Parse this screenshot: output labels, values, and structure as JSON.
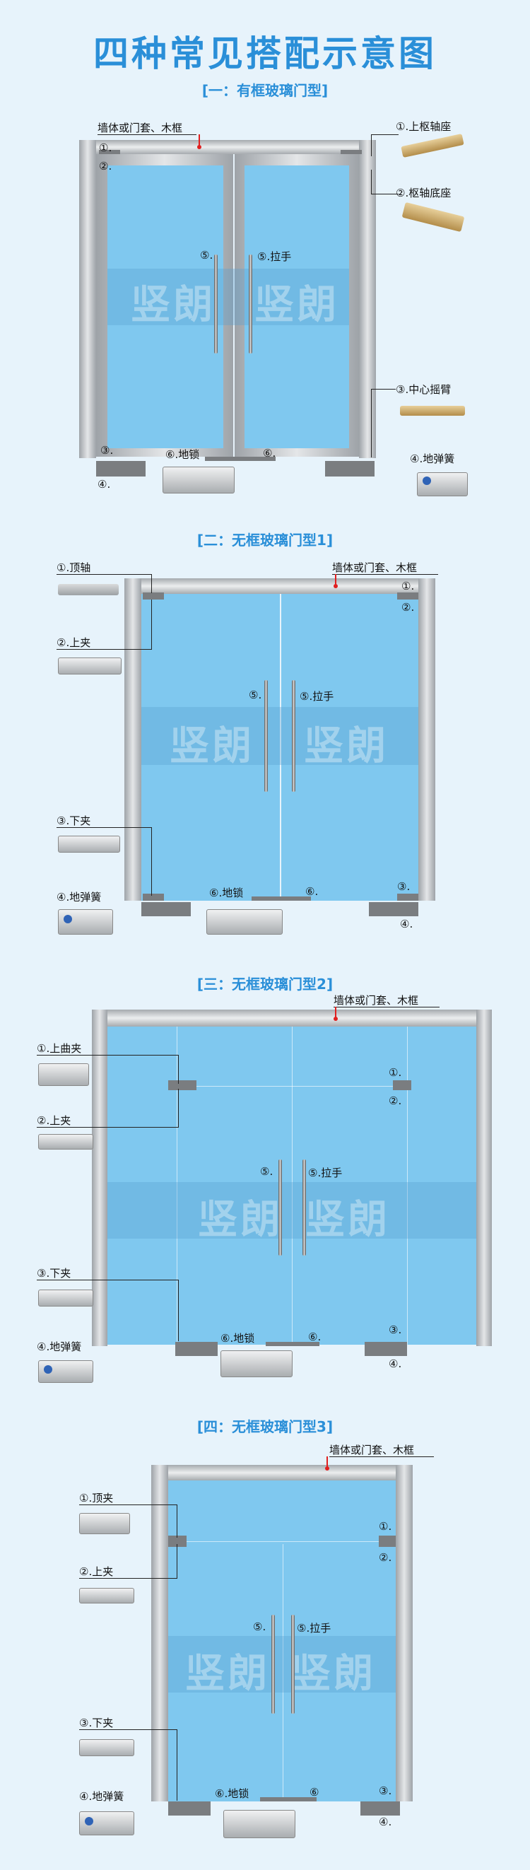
{
  "title": "四种常见搭配示意图",
  "watermark": "竖朗",
  "sections": [
    {
      "heading": "[一：有框玻璃门型]",
      "labels": {
        "wall": "墙体或门套、木框",
        "p1": "①.上枢轴座",
        "p2": "②.枢轴底座",
        "p3": "③.中心摇臂",
        "p4": "④.地弹簧",
        "n1": "①.",
        "n2": "②.",
        "n3": "③.",
        "n4": "④.",
        "n5l": "⑤.",
        "n5r": "⑤.拉手",
        "n6l": "⑥.地锁",
        "n6r": "⑥."
      }
    },
    {
      "heading": "[二：无框玻璃门型1]",
      "labels": {
        "wall": "墙体或门套、木框",
        "p1": "①.顶轴",
        "p2": "②.上夹",
        "p3": "③.下夹",
        "p4": "④.地弹簧",
        "n1": "①.",
        "n2": "②.",
        "n3": "③.",
        "n4": "④.",
        "n5l": "⑤.",
        "n5r": "⑤.拉手",
        "n6l": "⑥.地锁",
        "n6r": "⑥."
      }
    },
    {
      "heading": "[三：无框玻璃门型2]",
      "labels": {
        "wall": "墙体或门套、木框",
        "p1": "①.上曲夹",
        "p2": "②.上夹",
        "p3": "③.下夹",
        "p4": "④.地弹簧",
        "n1": "①.",
        "n2": "②.",
        "n3": "③.",
        "n4": "④.",
        "n5l": "⑤.",
        "n5r": "⑤.拉手",
        "n6l": "⑥.地锁",
        "n6r": "⑥."
      }
    },
    {
      "heading": "[四：无框玻璃门型3]",
      "labels": {
        "wall": "墙体或门套、木框",
        "p1": "①.顶夹",
        "p2": "②.上夹",
        "p3": "③.下夹",
        "p4": "④.地弹簧",
        "n1": "①.",
        "n2": "②.",
        "n3": "③.",
        "n4": "④.",
        "n5l": "⑤.",
        "n5r": "⑤.拉手",
        "n6l": "⑥.地锁",
        "n6r": "⑥"
      }
    }
  ]
}
